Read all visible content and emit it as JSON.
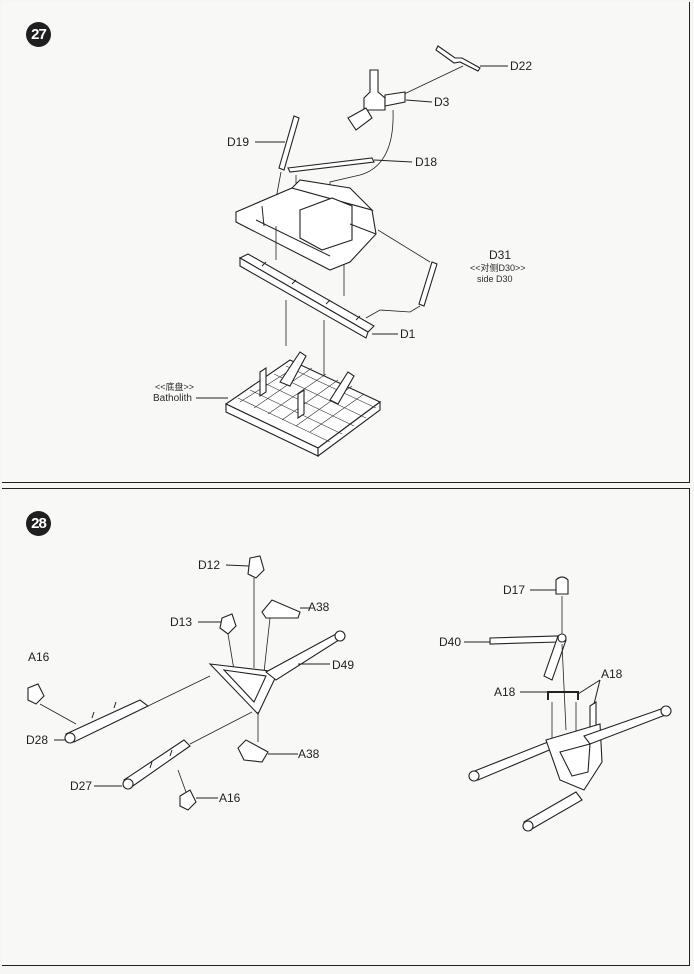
{
  "steps": [
    {
      "number": "27",
      "labels": {
        "d22": "D22",
        "d3": "D3",
        "d19": "D19",
        "d18": "D18",
        "d31": "D31",
        "d31_note_cn": "<<对侧D30>>",
        "d31_note_en": "side D30",
        "d1": "D1",
        "base_note_cn": "<<底盘>>",
        "base_note_en": "Batholith"
      }
    },
    {
      "number": "28",
      "labels": {
        "d12": "D12",
        "a38_top": "A38",
        "d13": "D13",
        "a16_left": "A16",
        "d49": "D49",
        "d28": "D28",
        "a38_bottom": "A38",
        "d27": "D27",
        "a16_bottom": "A16",
        "d17": "D17",
        "d40": "D40",
        "a18_right": "A18",
        "a18_left": "A18"
      }
    }
  ]
}
